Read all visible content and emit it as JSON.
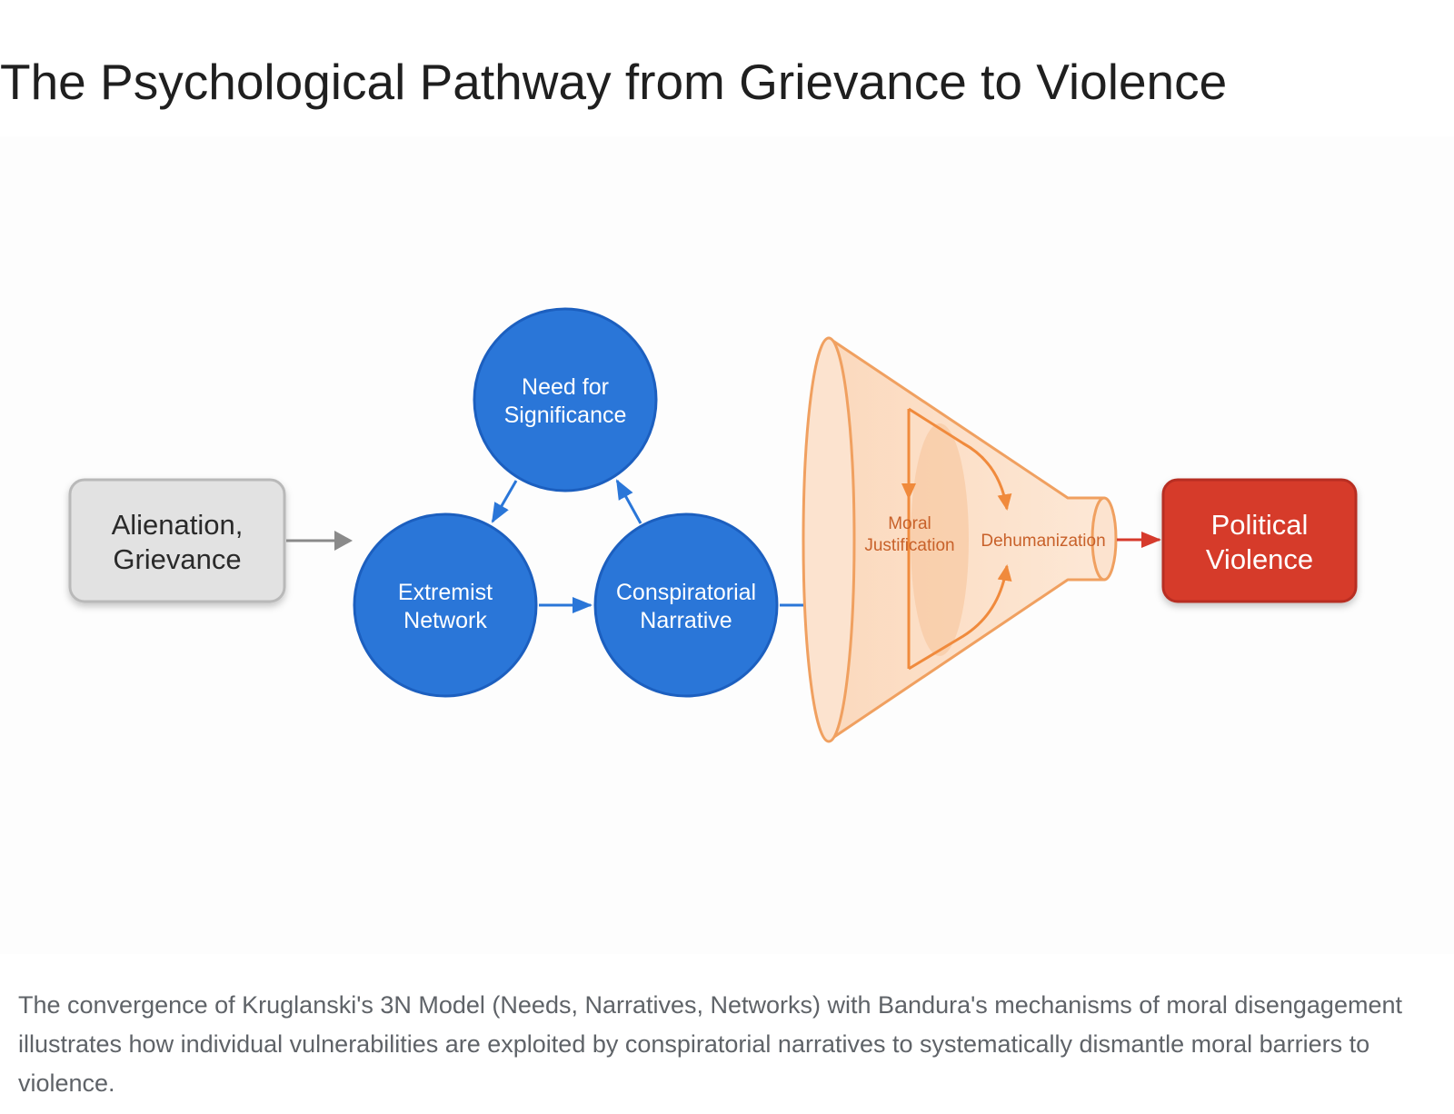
{
  "title": "The Psychological Pathway from Grievance to Violence",
  "diagram": {
    "start_box": {
      "line1": "Alienation,",
      "line2": "Grievance"
    },
    "nodes": {
      "need": {
        "line1": "Need for",
        "line2": "Significance"
      },
      "network": {
        "line1": "Extremist",
        "line2": "Network"
      },
      "narrative": {
        "line1": "Conspiratorial",
        "line2": "Narrative"
      }
    },
    "funnel": {
      "moral": {
        "line1": "Moral",
        "line2": "Justification"
      },
      "dehumanization": "Dehumanization"
    },
    "end_box": {
      "line1": "Political",
      "line2": "Violence"
    },
    "colors": {
      "node_blue": "#2a76d8",
      "node_stroke": "#1c5fbf",
      "start_fill": "#e2e2e2",
      "funnel_orange": "#f0a060",
      "funnel_fill": "#fce3cf",
      "funnel_text": "#c8612a",
      "end_red": "#d63a2c"
    }
  },
  "caption": "The convergence of Kruglanski's 3N Model (Needs, Narratives, Networks) with Bandura's mechanisms of moral disengagement illustrates how individual vulnerabilities are exploited by conspiratorial narratives to systematically dismantle moral barriers to violence."
}
